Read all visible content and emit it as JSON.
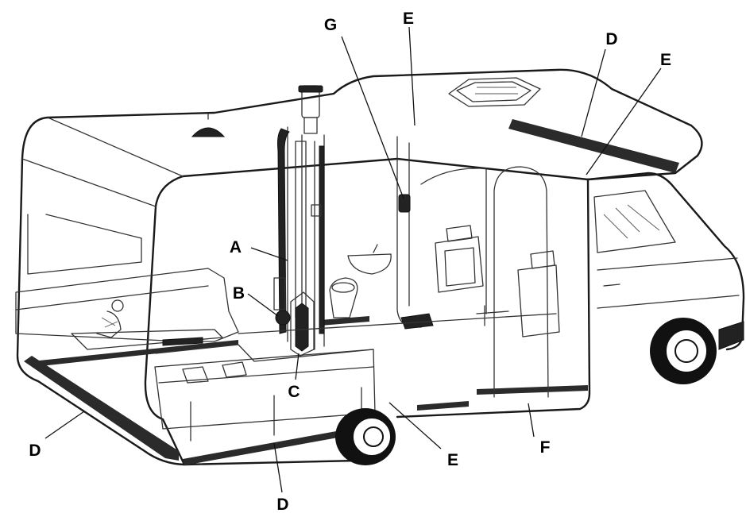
{
  "callouts": {
    "a": "A",
    "b": "B",
    "c": "C",
    "d": "D",
    "e": "E",
    "f": "F",
    "g": "G"
  }
}
